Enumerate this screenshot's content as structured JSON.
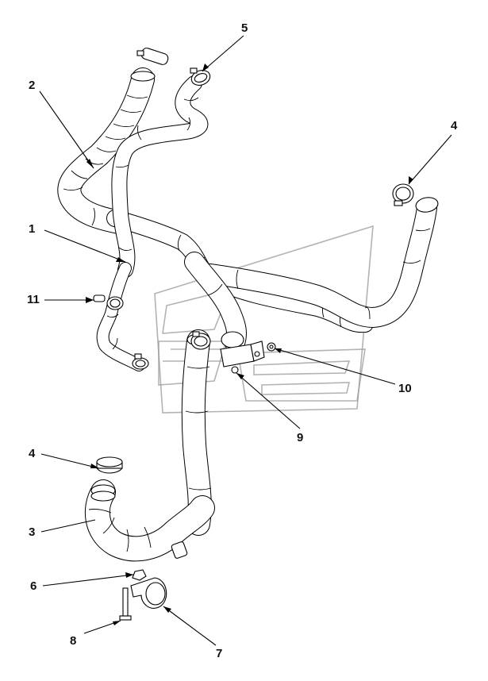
{
  "figure": {
    "callouts": [
      {
        "id": "c1",
        "label": "1"
      },
      {
        "id": "c2",
        "label": "2"
      },
      {
        "id": "c3",
        "label": "3"
      },
      {
        "id": "c4a",
        "label": "4"
      },
      {
        "id": "c4b",
        "label": "4"
      },
      {
        "id": "c5",
        "label": "5"
      },
      {
        "id": "c6",
        "label": "6"
      },
      {
        "id": "c7",
        "label": "7"
      },
      {
        "id": "c8",
        "label": "8"
      },
      {
        "id": "c9",
        "label": "9"
      },
      {
        "id": "c10",
        "label": "10"
      },
      {
        "id": "c11",
        "label": "11"
      }
    ]
  },
  "colors": {
    "line": "#000000",
    "pipe_fill": "#d9d9d9",
    "watermark": "#9a9a9a",
    "background": "#ffffff"
  }
}
